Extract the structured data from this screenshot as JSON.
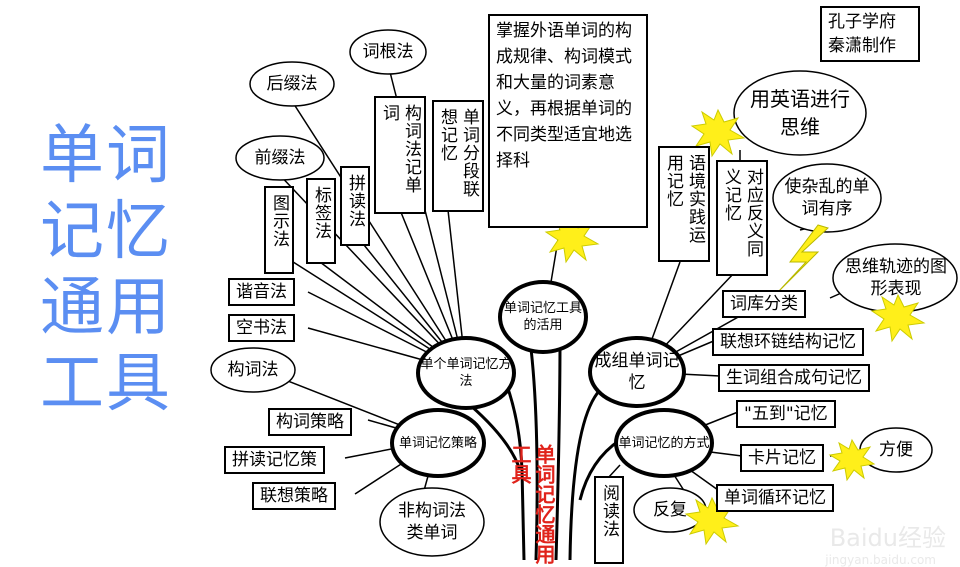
{
  "title_lines": [
    "单词",
    "记忆",
    "通用",
    "工具"
  ],
  "credit": {
    "line1": "孔子学府",
    "line2": "秦潇制作"
  },
  "center": {
    "trunk": "单词记忆通用工具",
    "tools": "单词记忆工具的活用",
    "single": "单个单词记忆方法",
    "group": "成组单词记忆",
    "strategy": "单词记忆策略",
    "ways": "单词记忆的方式"
  },
  "paragraph": "掌握外语单词的构成规律、构词模式和大量的词素意义，再根据单词的不同类型适宜地选择科",
  "clouds": {
    "root_method": "词根法",
    "suffix": "后缀法",
    "prefix": "前缀法",
    "english_thinking": "用英语进行思维",
    "order": "使杂乱的单词有序",
    "graphic": "思维轨迹的图形表现",
    "word_formation": "构词法",
    "non_formation": "非构词法类单词",
    "convenient": "方便",
    "review": "反复"
  },
  "vboxes": {
    "formation_memory": "构词法记单词",
    "segment": "单词分段联想记忆",
    "spelling": "拼读法",
    "label": "标签法",
    "diagram": "图示法",
    "context": "语境实践运用记忆",
    "antonym": "对应反义同义记忆",
    "reading": "阅读法"
  },
  "hboxes": {
    "homophone": "谐音法",
    "air_writing": "空书法",
    "formation_strategy": "构词策略",
    "spelling_strategy": "拼读记忆策",
    "association_strategy": "联想策略",
    "vocab_category": "词库分类",
    "chain": "联想环链结构记忆",
    "phrase": "生词组合成句记忆",
    "five_to": "\"五到\"记忆",
    "card": "卡片记忆",
    "cycle": "单词循环记忆"
  },
  "watermark": {
    "main": "Baidu经验",
    "sub": "jingyan.baidu.com"
  }
}
